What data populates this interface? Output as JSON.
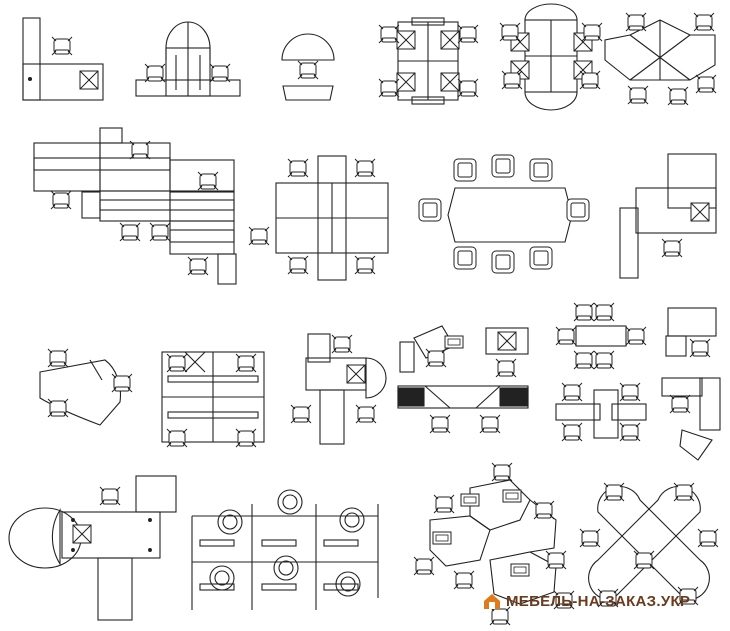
{
  "sheet": {
    "title": "",
    "groups": [
      "l-desk-workstation",
      "arched-reception-pair",
      "round-desk-chair",
      "four-pod-cross",
      "four-pod-rounded",
      "hex-cluster",
      "long-bench-rows",
      "six-desk-quad",
      "conference-table",
      "corner-desk",
      "curved-desk",
      "cubicle-quad",
      "reception-arc",
      "mixed-desks",
      "small-meeting",
      "l-corner-desk",
      "round-end-desk",
      "panel-cubicles",
      "star-cluster",
      "x-cluster"
    ]
  },
  "watermark": {
    "text": "МЕБЕЛЬ-НА-ЗАКАЗ.УКР",
    "color": "#6b3b1e",
    "accent": "#e07a1a"
  }
}
